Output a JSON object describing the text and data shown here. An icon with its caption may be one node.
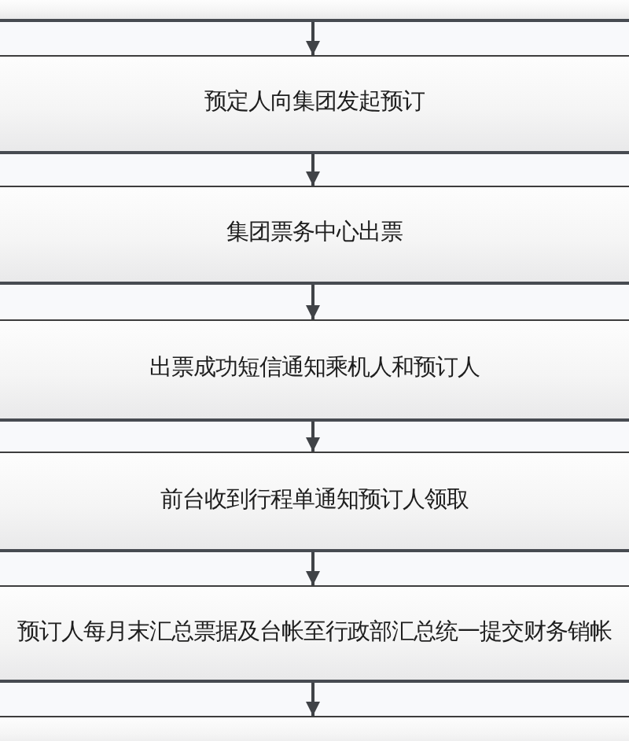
{
  "diagram": {
    "nodes": [
      {
        "text": [],
        "shape": "box"
      },
      {
        "text": [
          "预定人向集团发起预订"
        ]
      },
      {
        "text": [
          "集团票务中心出票"
        ]
      },
      {
        "text": [
          "出票成功短信通知乘机人和预订人"
        ]
      },
      {
        "text": [
          "前台收到行程单通知预订人领取"
        ]
      },
      {
        "text": [
          "预订人每月末汇总票据及台帐至行政部汇总统一提交财务销帐"
        ]
      },
      {
        "text": [],
        "shape": "box"
      }
    ],
    "edges": [
      {
        "from": 0,
        "to": 1,
        "arrow": "to"
      },
      {
        "from": 1,
        "to": 2,
        "arrow": "to"
      },
      {
        "from": 2,
        "to": 3,
        "arrow": "to"
      },
      {
        "from": 3,
        "to": 4,
        "arrow": "to"
      },
      {
        "from": 4,
        "to": 5,
        "arrow": "to"
      },
      {
        "from": 5,
        "to": 6,
        "arrow": "to"
      }
    ]
  }
}
